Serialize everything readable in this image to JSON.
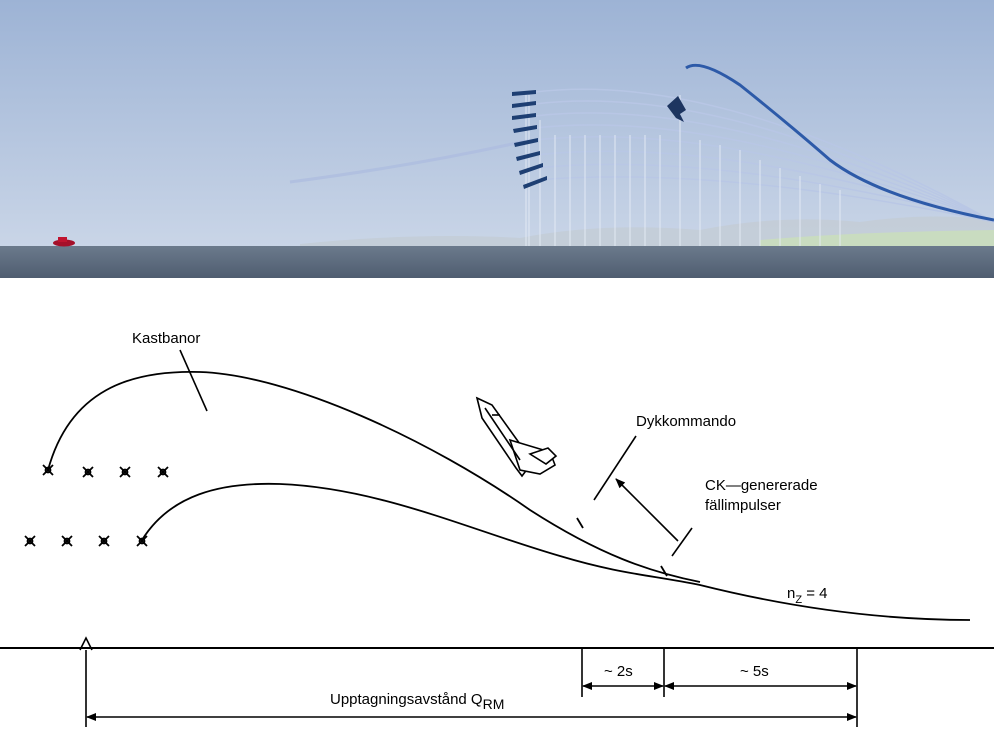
{
  "scene": {
    "sky_top": "#9fb4d6",
    "sky_bottom": "#c7d3e6",
    "ground_color": "#5b6b80",
    "trajectory_color": "#2f5fb0"
  },
  "diagram": {
    "labels": {
      "trajectories": "Kastbanor",
      "dive_command": "Dykkommando",
      "release_pulses_line1": "CK—genererade",
      "release_pulses_line2": "fällimpulser",
      "load_factor_base": "n",
      "load_factor_sub": "Z",
      "load_factor_value": " = 4",
      "interval_short": "~ 2s",
      "interval_long": "~ 5s",
      "distance_base": "Upptagningsavstånd Q",
      "distance_sub": "RM"
    }
  }
}
